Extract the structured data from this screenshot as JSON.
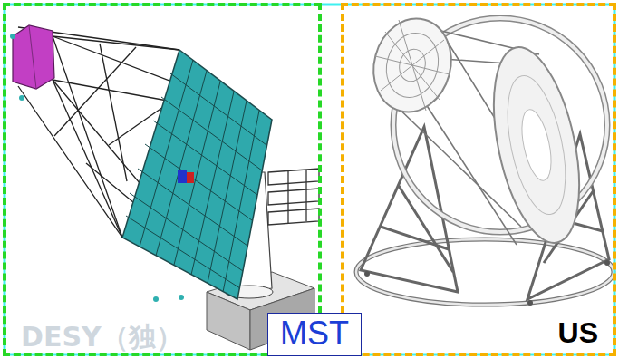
{
  "diagram": {
    "nodes": [
      {
        "text": [
          "DESY（独）"
        ]
      },
      {
        "text": [
          "US"
        ]
      },
      {
        "text": [
          "MST"
        ]
      }
    ]
  }
}
